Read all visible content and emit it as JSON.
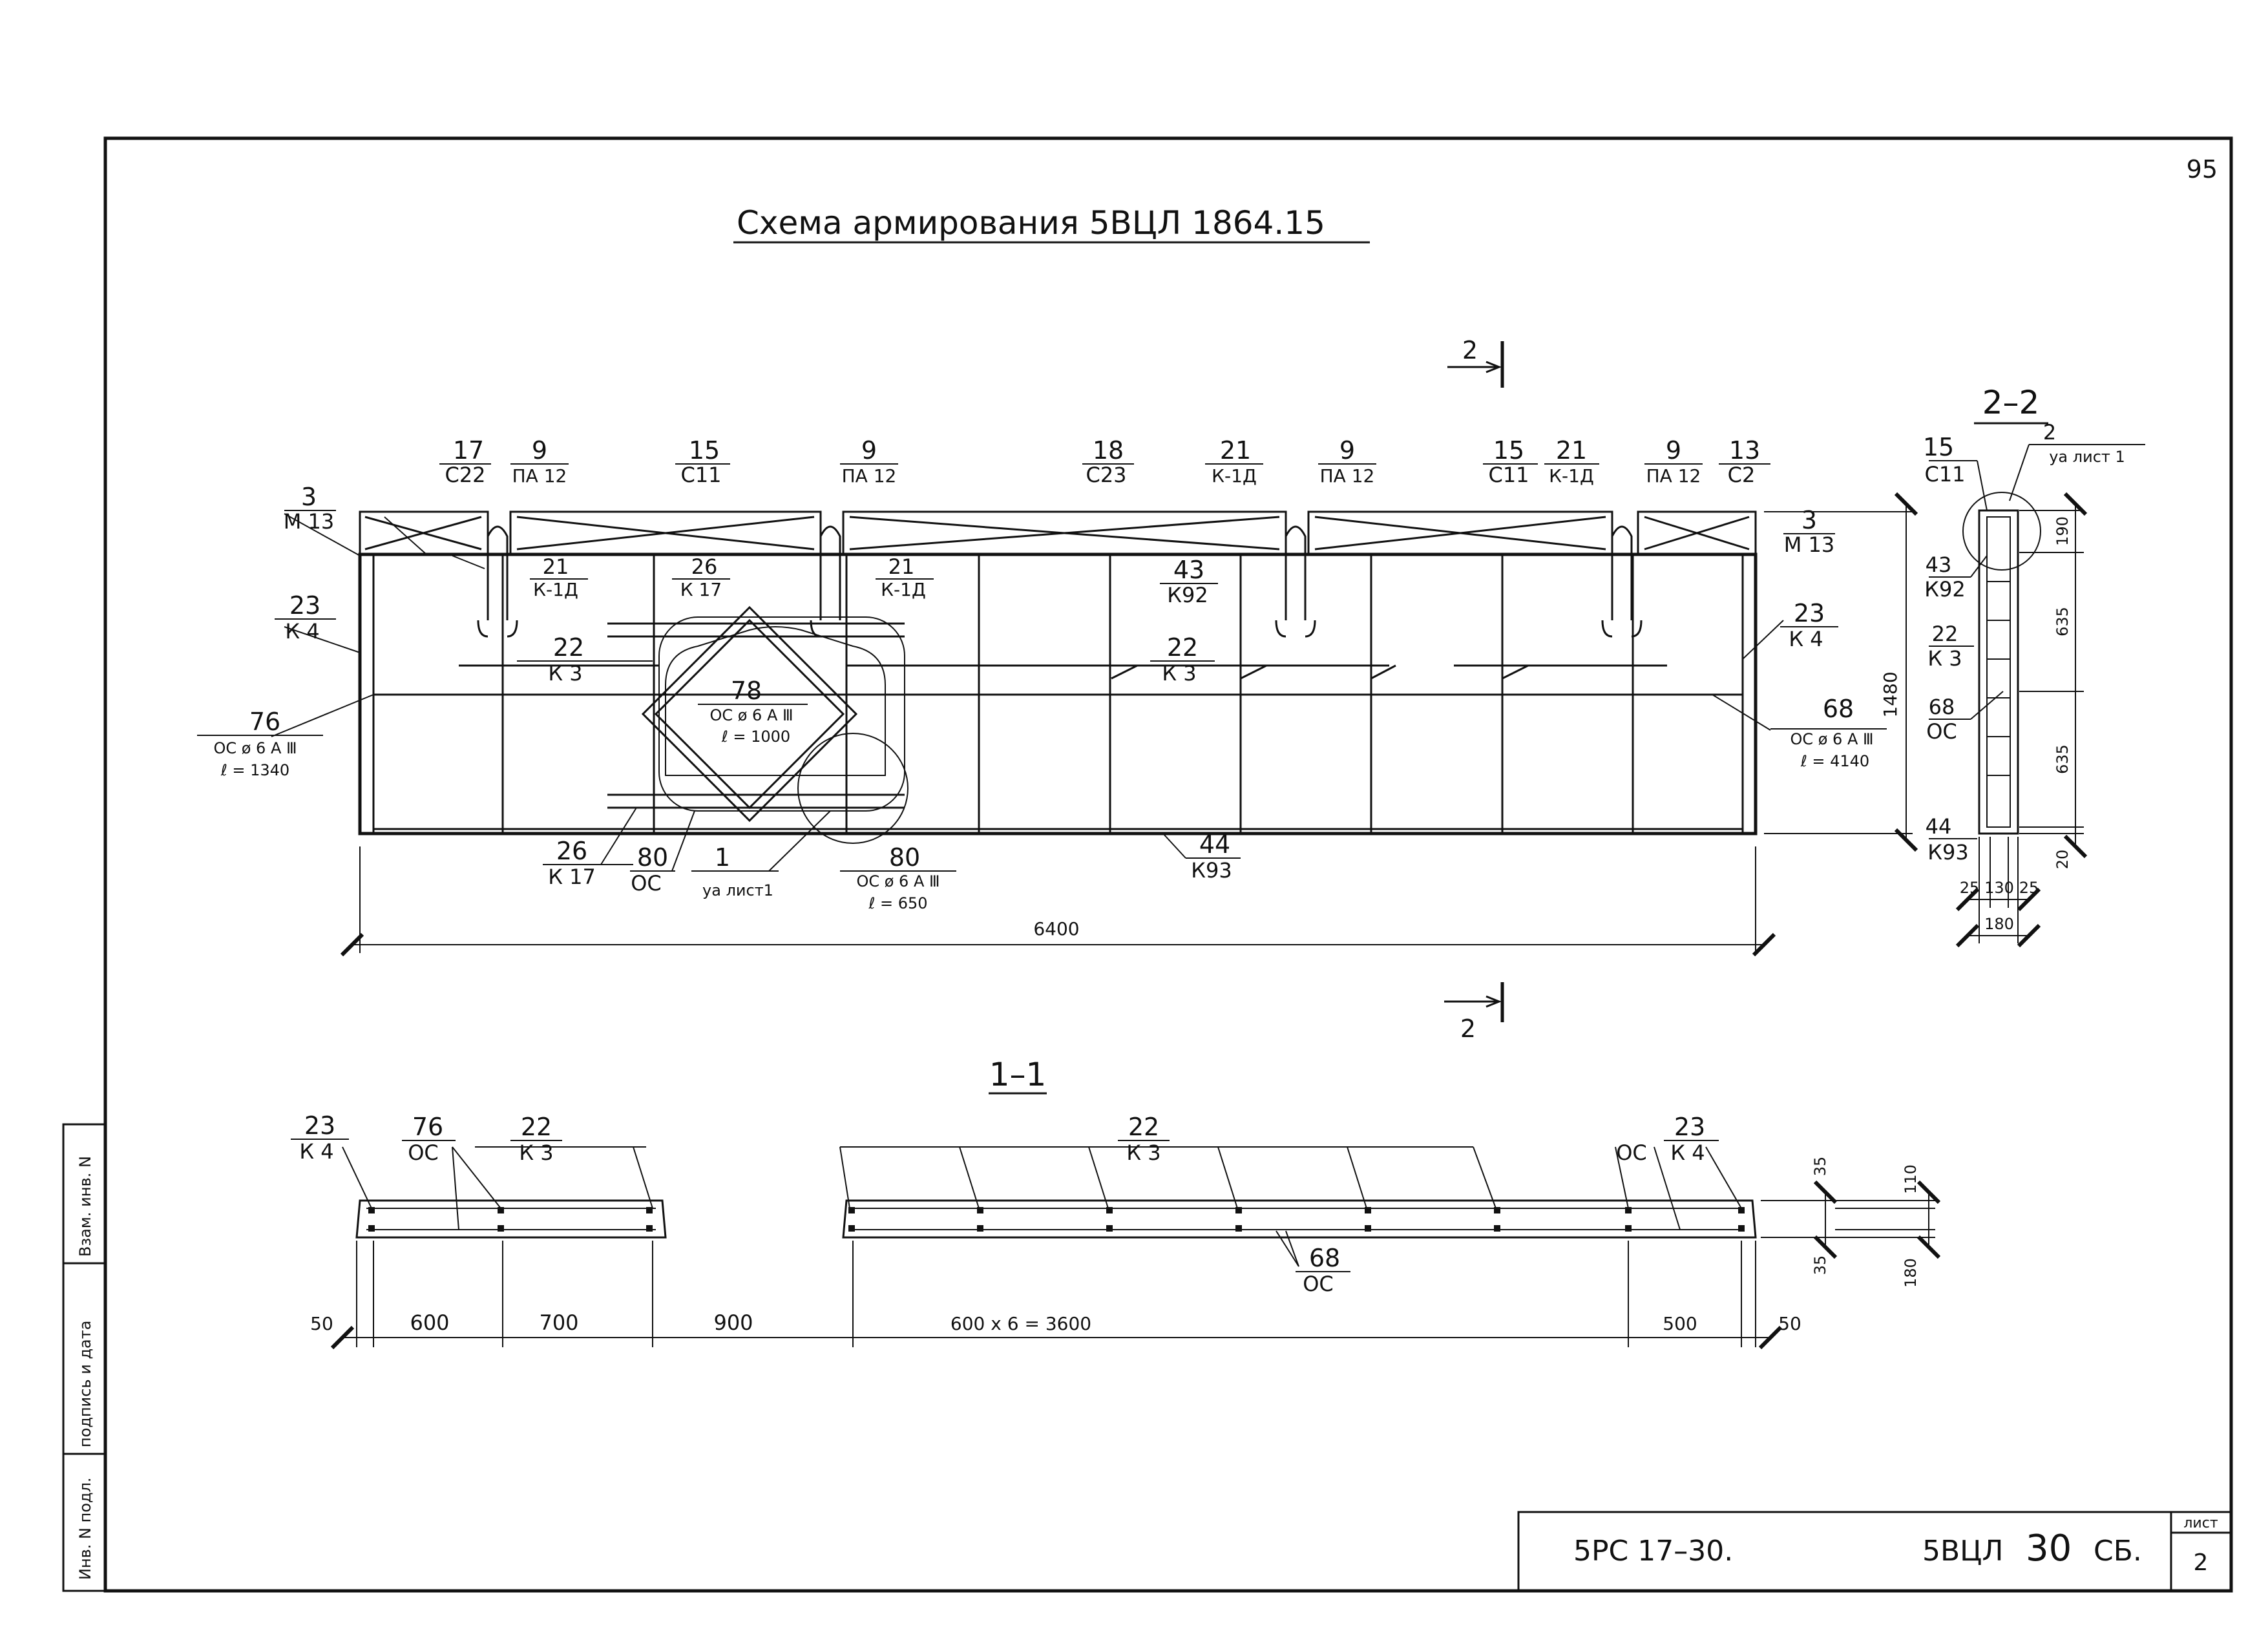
{
  "sheet": {
    "page_number": "95",
    "title": "Схема   армирования   5ВЦЛ 1864.15",
    "section_marker": "2"
  },
  "stamp": {
    "code": "5РС 17–30.",
    "product": "5ВЦЛ",
    "product_num": "30",
    "product_suffix": "СБ.",
    "sheet_label": "лист",
    "sheet_num": "2"
  },
  "side_table": [
    "Взам. инв. N",
    "подпись и дата",
    "Инв. N подл."
  ],
  "elevation": {
    "labels": [
      {
        "num": "17",
        "mark": "С22"
      },
      {
        "num": "9",
        "mark": "ПА 12"
      },
      {
        "num": "15",
        "mark": "С11"
      },
      {
        "num": "9",
        "mark": "ПА 12"
      },
      {
        "num": "18",
        "mark": "С23"
      },
      {
        "num": "21",
        "mark": "К-1Д"
      },
      {
        "num": "9",
        "mark": "ПА 12"
      },
      {
        "num": "15",
        "mark": "С11"
      },
      {
        "num": "21",
        "mark": "К-1Д"
      },
      {
        "num": "9",
        "mark": "ПА 12"
      },
      {
        "num": "13",
        "mark": "С2"
      },
      {
        "num": "3",
        "mark": "М 13"
      },
      {
        "num": "3",
        "mark": "М 13"
      },
      {
        "num": "21",
        "mark": "К-1Д"
      },
      {
        "num": "26",
        "mark": "К 17"
      },
      {
        "num": "21",
        "mark": "К-1Д"
      },
      {
        "num": "43",
        "mark": "К92"
      },
      {
        "num": "23",
        "mark": "К 4"
      },
      {
        "num": "23",
        "mark": "К 4"
      },
      {
        "num": "22",
        "mark": "К 3"
      },
      {
        "num": "22",
        "mark": "К 3"
      },
      {
        "num": "26",
        "mark": "К 17"
      },
      {
        "num": "80",
        "mark": "ОС"
      },
      {
        "num": "1",
        "mark": "уа лист1"
      },
      {
        "num": "44",
        "mark": "К93"
      }
    ],
    "note76": {
      "num": "76",
      "l1": "ОС ø 6 А Ⅲ",
      "l2": "ℓ = 1340"
    },
    "note68": {
      "num": "68",
      "l1": "ОС ø 6 А Ⅲ",
      "l2": "ℓ = 4140"
    },
    "note78": {
      "num": "78",
      "l1": "ОС ø 6 А Ⅲ",
      "l2": "ℓ = 1000"
    },
    "note80": {
      "num": "80",
      "l1": "ОС ø 6 А Ⅲ",
      "l2": "ℓ = 650"
    },
    "dim_length": "6400",
    "dim_height": "1480"
  },
  "section22": {
    "title": "2–2",
    "ref": {
      "num": "2",
      "mark": "уа лист 1"
    },
    "labels": [
      {
        "num": "15",
        "mark": "С11"
      },
      {
        "num": "43",
        "mark": "К92"
      },
      {
        "num": "22",
        "mark": "К 3"
      },
      {
        "num": "68",
        "mark": "ОС"
      },
      {
        "num": "44",
        "mark": "К93"
      }
    ],
    "dims": [
      "190",
      "635",
      "635",
      "20",
      "25",
      "130",
      "25",
      "180"
    ]
  },
  "section11": {
    "title": "1–1",
    "labels": [
      {
        "num": "23",
        "mark": "К 4"
      },
      {
        "num": "76",
        "mark": "ОС"
      },
      {
        "num": "22",
        "mark": "К 3"
      },
      {
        "num": "22",
        "mark": "К 3"
      },
      {
        "num": "23",
        "mark": "К 4"
      },
      {
        "num": "68",
        "mark": "ОС"
      }
    ],
    "oc_label": "ОС",
    "dims": [
      "50",
      "600",
      "700",
      "900",
      "600 x 6 = 3600",
      "500",
      "50"
    ],
    "vdims": [
      "35",
      "35",
      "110",
      "180"
    ]
  }
}
